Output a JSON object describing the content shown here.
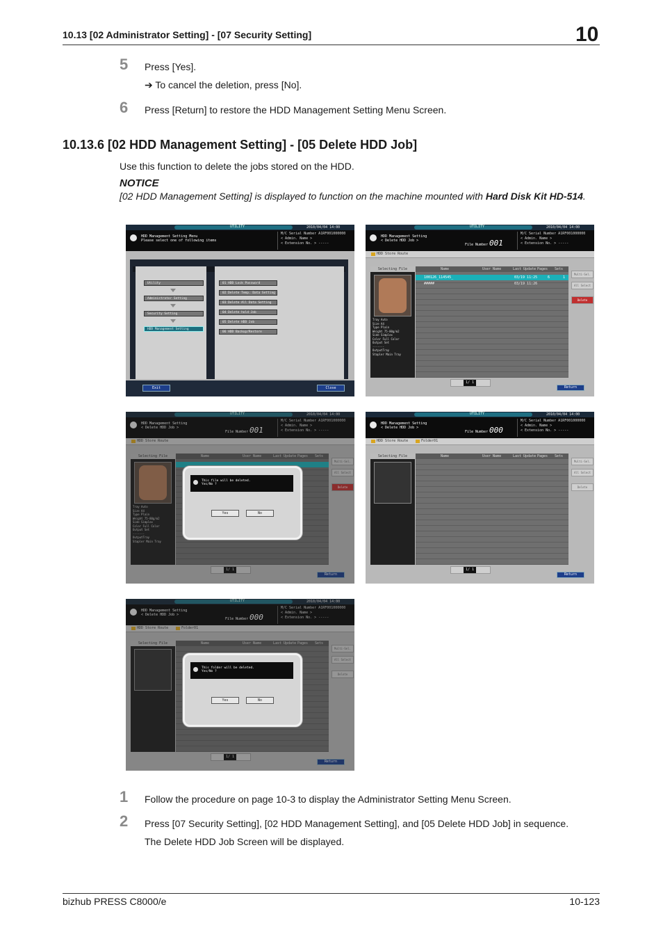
{
  "header": {
    "title": "10.13    [02 Administrator Setting] - [07 Security Setting]",
    "chapter": "10"
  },
  "steps_top": [
    {
      "num": "5",
      "text": "Press [Yes].",
      "sub": "➔   To cancel the deletion, press [No]."
    },
    {
      "num": "6",
      "text": "Press [Return] to restore the HDD Management Setting Menu Screen."
    }
  ],
  "section": {
    "title": "10.13.6    [02 HDD Management Setting] - [05 Delete HDD Job]",
    "intro": "Use this function to delete the jobs stored on the HDD.",
    "notice_heading": "NOTICE",
    "notice_text_a": "[02 HDD Management Setting] is displayed to function on the machine mounted with ",
    "notice_text_bold": "Hard Disk Kit HD-514",
    "notice_text_c": "."
  },
  "screens": {
    "util_label": "UTILITY",
    "date": "2010/04/04  14:00",
    "serial": [
      "M/C Serial Number   A1RF001000000",
      "< Admin. Name >",
      "< Extension No. >  -----"
    ],
    "file_number_label": "File Number",
    "menu": {
      "title1": "HDD Management Setting Menu",
      "title2": "Please select one of following items",
      "left_items": [
        "Utility",
        "Administrator Setting",
        "Security Setting",
        "HDD Management Setting"
      ],
      "right_items": [
        "01 HDD Lock Password",
        "02 Delete Temp. Data Setting",
        "03 Delete All Data Setting",
        "04 Delete hold Job",
        "05 Delete HDD Job",
        "06 HDD Backup/Restore"
      ],
      "exit": "Exit",
      "close": "Close"
    },
    "delete_job": {
      "title1": "HDD Management Setting",
      "title2": "< Delete HDD Job >",
      "store_route": "HDD Store Route",
      "folder": "Folder01",
      "selecting_file": "Selecting File",
      "columns": [
        "Name",
        "User Name",
        "Last Update",
        "Pages",
        "Sets"
      ],
      "rows": [
        {
          "name": "100126_114545_",
          "date": "03/19 11:25",
          "pages": "6",
          "sets": "1"
        },
        {
          "name": "#####",
          "date": "03/19 11:26",
          "pages": "",
          "sets": ""
        }
      ],
      "file_no_a": "001",
      "file_no_b": "000",
      "info": [
        "Tray      Auto",
        "Size      A4",
        "Type      Plain",
        "Weight   75-80g/m2",
        "Side      Simplex",
        "Color     Full Color",
        "Output Set",
        "-------",
        "OutputTray",
        "  Stapler Main Tray"
      ],
      "side_buttons": [
        "Multi-Sel.",
        "All Select",
        "Delete"
      ],
      "page": "1/ 1",
      "return": "Return",
      "msg_file": "This file will be deleted.\nYes/No ?",
      "msg_folder": "This folder will be deleted.\nYes/No ?",
      "yes": "Yes",
      "no": "No"
    }
  },
  "steps_bottom": [
    {
      "num": "1",
      "text": "Follow the procedure on page 10-3 to display the Administrator Setting Menu Screen."
    },
    {
      "num": "2",
      "text": "Press [07 Security Setting], [02 HDD Management Setting], and [05 Delete HDD Job] in sequence.",
      "sub": "The Delete HDD Job Screen will be displayed."
    }
  ],
  "footer": {
    "left": "bizhub PRESS C8000/e",
    "right": "10-123"
  }
}
